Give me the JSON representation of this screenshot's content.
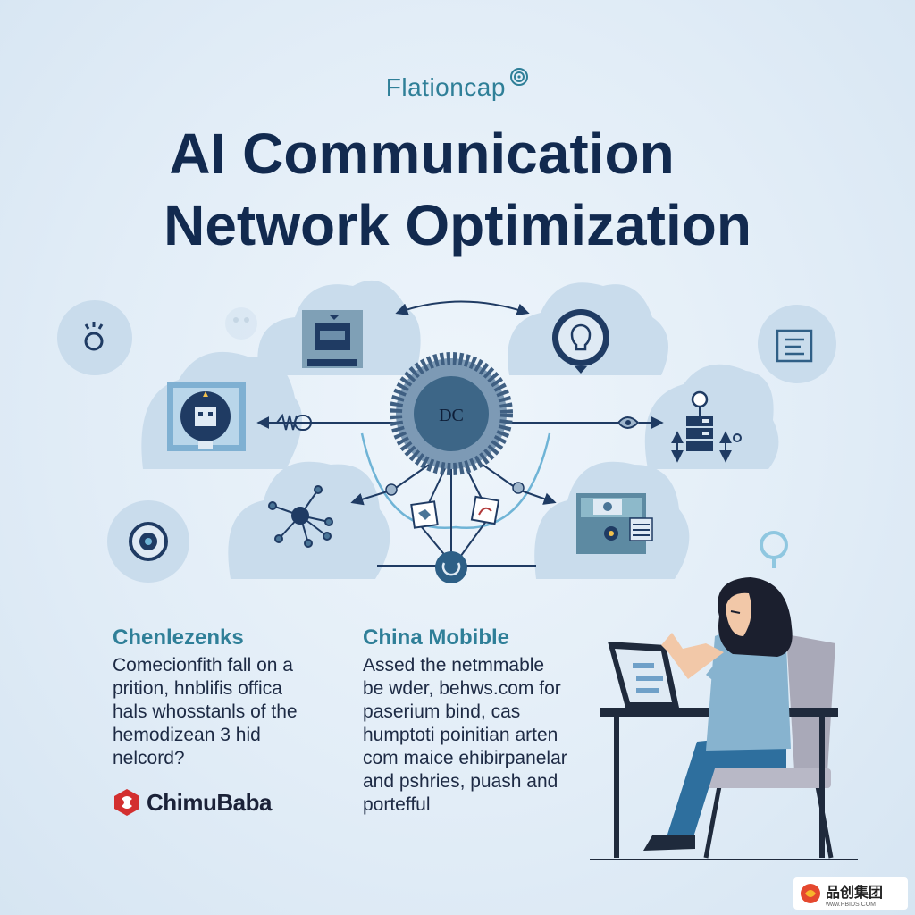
{
  "brand": {
    "name": "Flationcap"
  },
  "title": {
    "line1": "AI Communication",
    "line2": "Network Optimization"
  },
  "hub": {
    "label": "DC"
  },
  "left_section": {
    "heading": "Chenlezenks",
    "text": "Comecionfith fall on a\nprition, hnblifis offica\nhals whosstanls of the\nhemodizean 3 hid\nnelcord?"
  },
  "right_section": {
    "heading": "China Mobible",
    "text": "Assed the netmmable\nbe wder, behws.com for\npaserium bind, cas\nhumptoti poinitian arten\ncom maice ehibirpanelar\nand pshries, puash and\nportefful"
  },
  "logo": {
    "text": "ChimuBaba"
  },
  "watermark": {
    "text": "品创集团",
    "url": "www.PBIDS.COM"
  },
  "colors": {
    "title": "#122a4f",
    "accent": "#2f7f98",
    "cloud": "#c9dcec",
    "icon_dark": "#1f3b63",
    "icon_mid": "#4a7597"
  },
  "icons": [
    "lightbulb-icon",
    "server-icon",
    "robot-icon",
    "document-icon",
    "network-node-icon",
    "dashboard-icon",
    "eye-icon",
    "location-pin-icon"
  ]
}
